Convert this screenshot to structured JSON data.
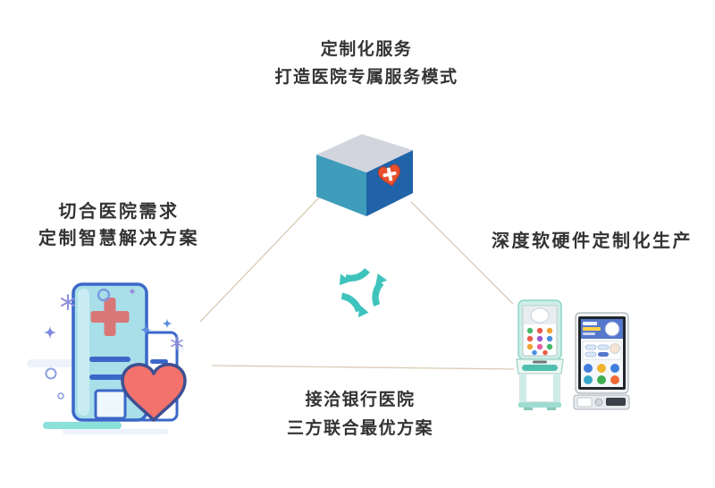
{
  "diagram": {
    "nodes": {
      "top": {
        "icon": "medical-box-icon",
        "lines": [
          "定制化服务",
          "打造医院专属服务模式"
        ]
      },
      "left": {
        "icon": "hospital-building-icon",
        "lines": [
          "切合医院需求",
          "定制智慧解决方案"
        ]
      },
      "right": {
        "icon": "kiosk-machines-icon",
        "lines": [
          "深度软硬件定制化生产"
        ]
      },
      "bottom": {
        "lines": [
          "接洽银行医院",
          "三方联合最优方案"
        ]
      },
      "center": {
        "icon": "cycle-arrows-icon"
      }
    },
    "colors": {
      "text": "#333333",
      "connector_line": "#d9cbb5",
      "cycle_arrows": "#3fc3bd",
      "box_top_face": "#d3d5de",
      "box_left_face": "#3f9cba",
      "box_front_face": "#2063a8",
      "box_badge": "#e8502e",
      "hospital_body": "#a9dfe8",
      "hospital_outline": "#3a67c8",
      "heart": "#f3726b",
      "kiosk_accent": "#5fc9ba"
    }
  }
}
